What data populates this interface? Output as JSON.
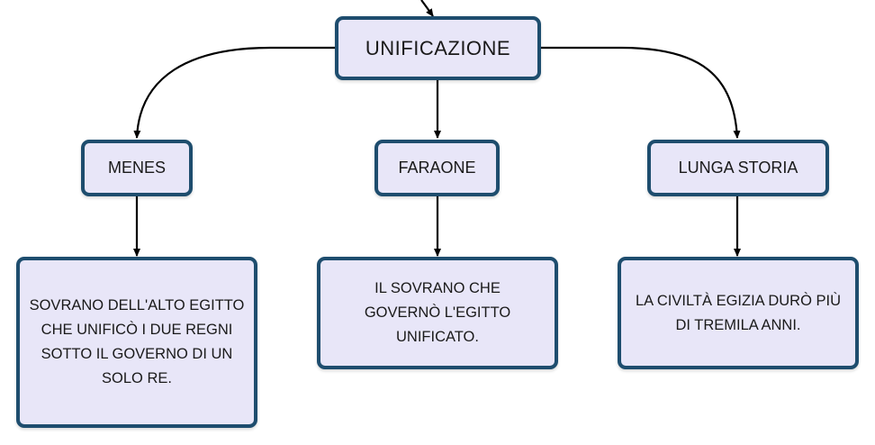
{
  "diagram": {
    "root": {
      "label": "UNIFICAZIONE"
    },
    "branches": [
      {
        "label": "MENES",
        "description": "SOVRANO DELL'ALTO EGITTO CHE UNIFICÒ I DUE REGNI SOTTO IL GOVERNO DI UN SOLO RE."
      },
      {
        "label": "FARAONE",
        "description": "IL SOVRANO CHE GOVERNÒ L'EGITTO UNIFICATO."
      },
      {
        "label": "LUNGA STORIA",
        "description": "LA CIVILTÀ EGIZIA DURÒ PIÙ DI TREMILA ANNI."
      }
    ]
  },
  "colors": {
    "node_fill": "#e8e6f8",
    "node_border": "#1e4d6e",
    "connector": "#000000"
  }
}
